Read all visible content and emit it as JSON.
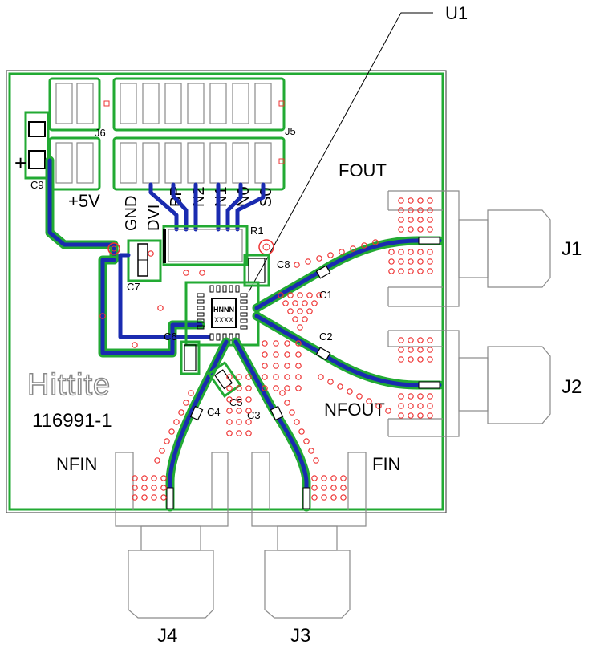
{
  "labels": {
    "u1": "U1",
    "j1": "J1",
    "j2": "J2",
    "j3": "J3",
    "j4": "J4",
    "j5": "J5",
    "j6": "J6",
    "c1": "C1",
    "c2": "C2",
    "c3": "C3",
    "c4": "C4",
    "c5": "C5",
    "c6": "C6",
    "c7": "C7",
    "c8": "C8",
    "c9": "C9",
    "r1": "R1",
    "fout": "FOUT",
    "nfout": "NFOUT",
    "nfin": "NFIN",
    "fin": "FIN",
    "plus5v": "+5V",
    "logo": "Hittite",
    "part_number": "116991-1",
    "chip_top": "HNNN",
    "chip_bottom": "XXXX",
    "plus_sign": "+"
  },
  "pins": [
    "GND",
    "DVI",
    "BP",
    "N2",
    "N1",
    "N0",
    "S0"
  ],
  "colors": {
    "trace": "#1a2bb0",
    "ground_outline": "#22aa33",
    "via": "#e33333",
    "silkscreen": "#000000",
    "component_outline": "#8a8a8a"
  }
}
